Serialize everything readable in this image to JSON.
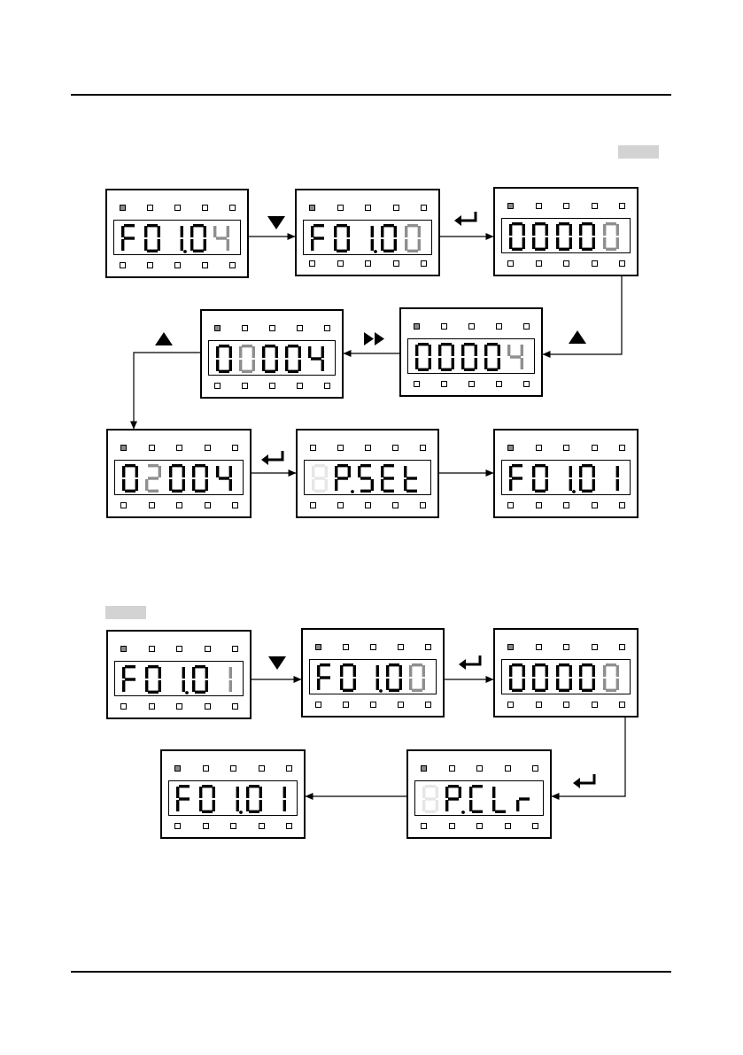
{
  "section1": {
    "panels": [
      {
        "id": "p1",
        "leds": [
          true,
          false,
          false,
          false,
          false
        ],
        "digits": [
          {
            "c": "F"
          },
          {
            "c": "0"
          },
          {
            "c": "1",
            "dp": true
          },
          {
            "c": "0"
          },
          {
            "c": "4",
            "dim": true
          }
        ]
      },
      {
        "id": "p2",
        "leds": [
          true,
          false,
          false,
          false,
          false
        ],
        "digits": [
          {
            "c": "F"
          },
          {
            "c": "0"
          },
          {
            "c": "1",
            "dp": true
          },
          {
            "c": "0"
          },
          {
            "c": "0",
            "dim": true
          }
        ]
      },
      {
        "id": "p3",
        "leds": [
          true,
          false,
          false,
          false,
          false
        ],
        "digits": [
          {
            "c": "0"
          },
          {
            "c": "0"
          },
          {
            "c": "0"
          },
          {
            "c": "0"
          },
          {
            "c": "0",
            "dim": true
          }
        ]
      },
      {
        "id": "p4",
        "leds": [
          true,
          false,
          false,
          false,
          false
        ],
        "digits": [
          {
            "c": "0"
          },
          {
            "c": "0"
          },
          {
            "c": "0"
          },
          {
            "c": "0"
          },
          {
            "c": "4",
            "dim": true
          }
        ]
      },
      {
        "id": "p5",
        "leds": [
          true,
          false,
          false,
          false,
          false
        ],
        "digits": [
          {
            "c": "0"
          },
          {
            "c": "0",
            "dim": true
          },
          {
            "c": "0"
          },
          {
            "c": "0"
          },
          {
            "c": "4"
          }
        ]
      },
      {
        "id": "p6",
        "leds": [
          true,
          false,
          false,
          false,
          false
        ],
        "digits": [
          {
            "c": "0"
          },
          {
            "c": "2",
            "dim": true
          },
          {
            "c": "0"
          },
          {
            "c": "0"
          },
          {
            "c": "4"
          }
        ]
      },
      {
        "id": "p7",
        "leds": [
          false,
          false,
          false,
          false,
          false
        ],
        "digits": [
          {
            "c": "8",
            "ghost": true
          },
          {
            "c": "P",
            "dp": true
          },
          {
            "c": "S"
          },
          {
            "c": "E"
          },
          {
            "c": "t"
          }
        ]
      },
      {
        "id": "p8",
        "leds": [
          true,
          false,
          false,
          false,
          false
        ],
        "digits": [
          {
            "c": "F"
          },
          {
            "c": "0"
          },
          {
            "c": "1",
            "dp": true
          },
          {
            "c": "0"
          },
          {
            "c": "1"
          }
        ]
      }
    ],
    "keys": [
      "down-key",
      "enter-key",
      "up-key",
      "shift-key",
      "up-key",
      "enter-key"
    ]
  },
  "section2": {
    "panels": [
      {
        "id": "q1",
        "leds": [
          true,
          false,
          false,
          false,
          false
        ],
        "digits": [
          {
            "c": "F"
          },
          {
            "c": "0"
          },
          {
            "c": "1",
            "dp": true
          },
          {
            "c": "0"
          },
          {
            "c": "1",
            "dim": true
          }
        ]
      },
      {
        "id": "q2",
        "leds": [
          true,
          false,
          false,
          false,
          false
        ],
        "digits": [
          {
            "c": "F"
          },
          {
            "c": "0"
          },
          {
            "c": "1",
            "dp": true
          },
          {
            "c": "0"
          },
          {
            "c": "0",
            "dim": true
          }
        ]
      },
      {
        "id": "q3",
        "leds": [
          true,
          false,
          false,
          false,
          false
        ],
        "digits": [
          {
            "c": "0"
          },
          {
            "c": "0"
          },
          {
            "c": "0"
          },
          {
            "c": "0"
          },
          {
            "c": "0",
            "dim": true
          }
        ]
      },
      {
        "id": "q4",
        "leds": [
          true,
          false,
          false,
          false,
          false
        ],
        "digits": [
          {
            "c": "F"
          },
          {
            "c": "0"
          },
          {
            "c": "1",
            "dp": true
          },
          {
            "c": "0"
          },
          {
            "c": "1"
          }
        ]
      },
      {
        "id": "q5",
        "leds": [
          true,
          false,
          false,
          false,
          false
        ],
        "digits": [
          {
            "c": "8",
            "ghost": true
          },
          {
            "c": "P",
            "dp": true
          },
          {
            "c": "C"
          },
          {
            "c": "L"
          },
          {
            "c": "r"
          }
        ]
      }
    ],
    "keys": [
      "down-key",
      "enter-key",
      "enter-key"
    ]
  },
  "colors": {
    "ink": "#000000",
    "dim": "#8f8f8f",
    "ghost": "#e6e6e6",
    "led_on": "#8a8a8a",
    "tag": "#d3d3d3"
  }
}
